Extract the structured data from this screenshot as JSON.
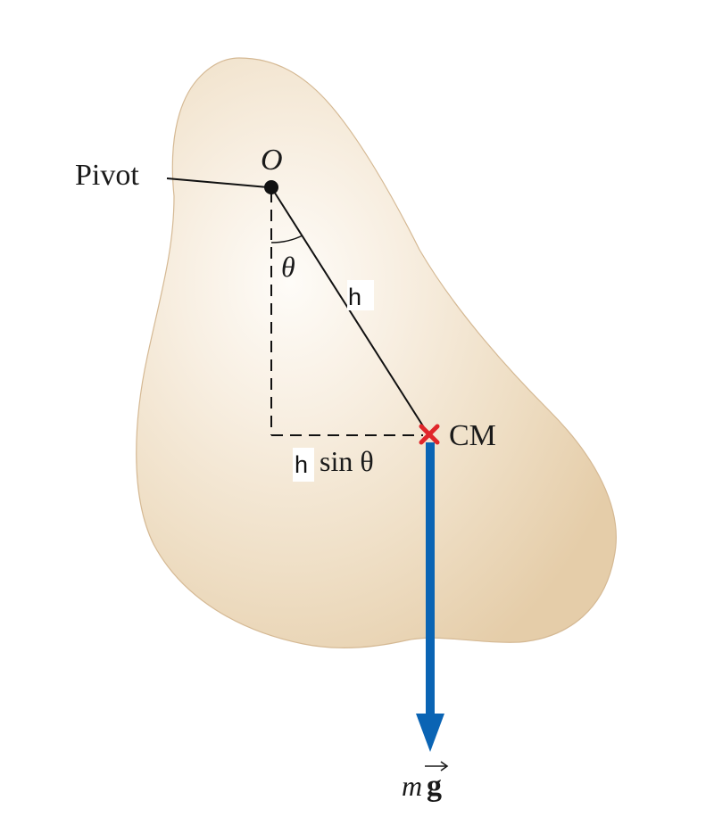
{
  "labels": {
    "pivot": "Pivot",
    "origin": "O",
    "angle": "θ",
    "distance": "h",
    "lever_arm_distance": "h",
    "lever_arm_suffix": "sin θ",
    "center_of_mass": "CM",
    "force_mass": "m",
    "force_vector": "g"
  },
  "colors": {
    "body_fill_light": "#fefcf8",
    "body_fill_mid": "#f1e3cd",
    "body_fill_dark": "#e7d1b0",
    "body_outline": "#d5b994",
    "line": "#111111",
    "cm_marker": "#e0262a",
    "force_arrow": "#0a64b4"
  }
}
